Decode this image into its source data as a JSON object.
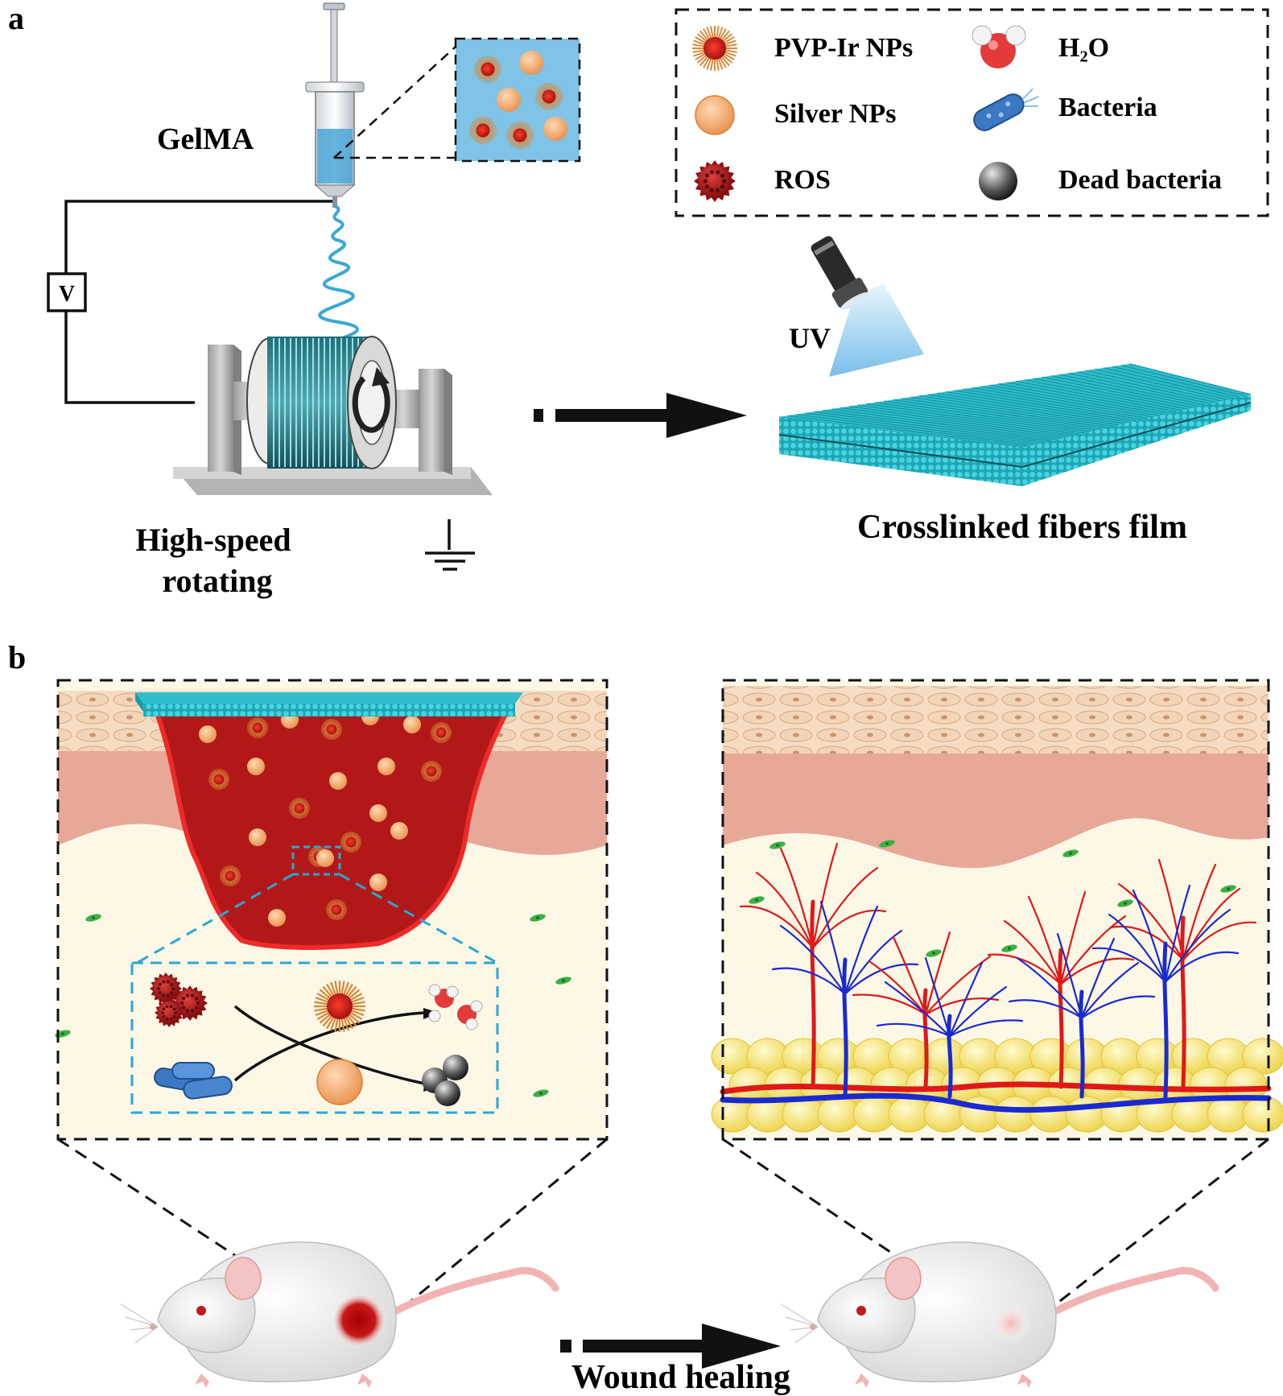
{
  "panel_a": {
    "label": "a",
    "gelma_label": "GelMA",
    "voltage_label": "V",
    "collector_label_line1": "High-speed",
    "collector_label_line2": "rotating",
    "uv_label": "UV",
    "film_label": "Crosslinked fibers film"
  },
  "legend": {
    "items": [
      {
        "label": "PVP-Ir NPs",
        "icon": "pvp-ir-nanoparticle"
      },
      {
        "label": "Silver NPs",
        "icon": "silver-nanoparticle"
      },
      {
        "label": "ROS",
        "icon": "ros-spiky-sphere"
      },
      {
        "label": "H₂O",
        "icon": "water-molecule"
      },
      {
        "label": "Bacteria",
        "icon": "rod-bacterium"
      },
      {
        "label": "Dead bacteria",
        "icon": "dead-bacterium-sphere"
      }
    ]
  },
  "panel_b": {
    "label": "b",
    "bottom_label": "Wound healing"
  },
  "colors": {
    "fiber_cyan": "#20b3c4",
    "wound_red": "#b01a1a",
    "silver_np": "#f5b07a",
    "dermis": "#e8a898",
    "epidermis": "#f4dcc4",
    "hypodermis": "#fdf8e8",
    "fat": "#f5e36a",
    "artery": "#e01818",
    "vein": "#1a2ad0",
    "uv_beam": "#a8d8f0"
  }
}
